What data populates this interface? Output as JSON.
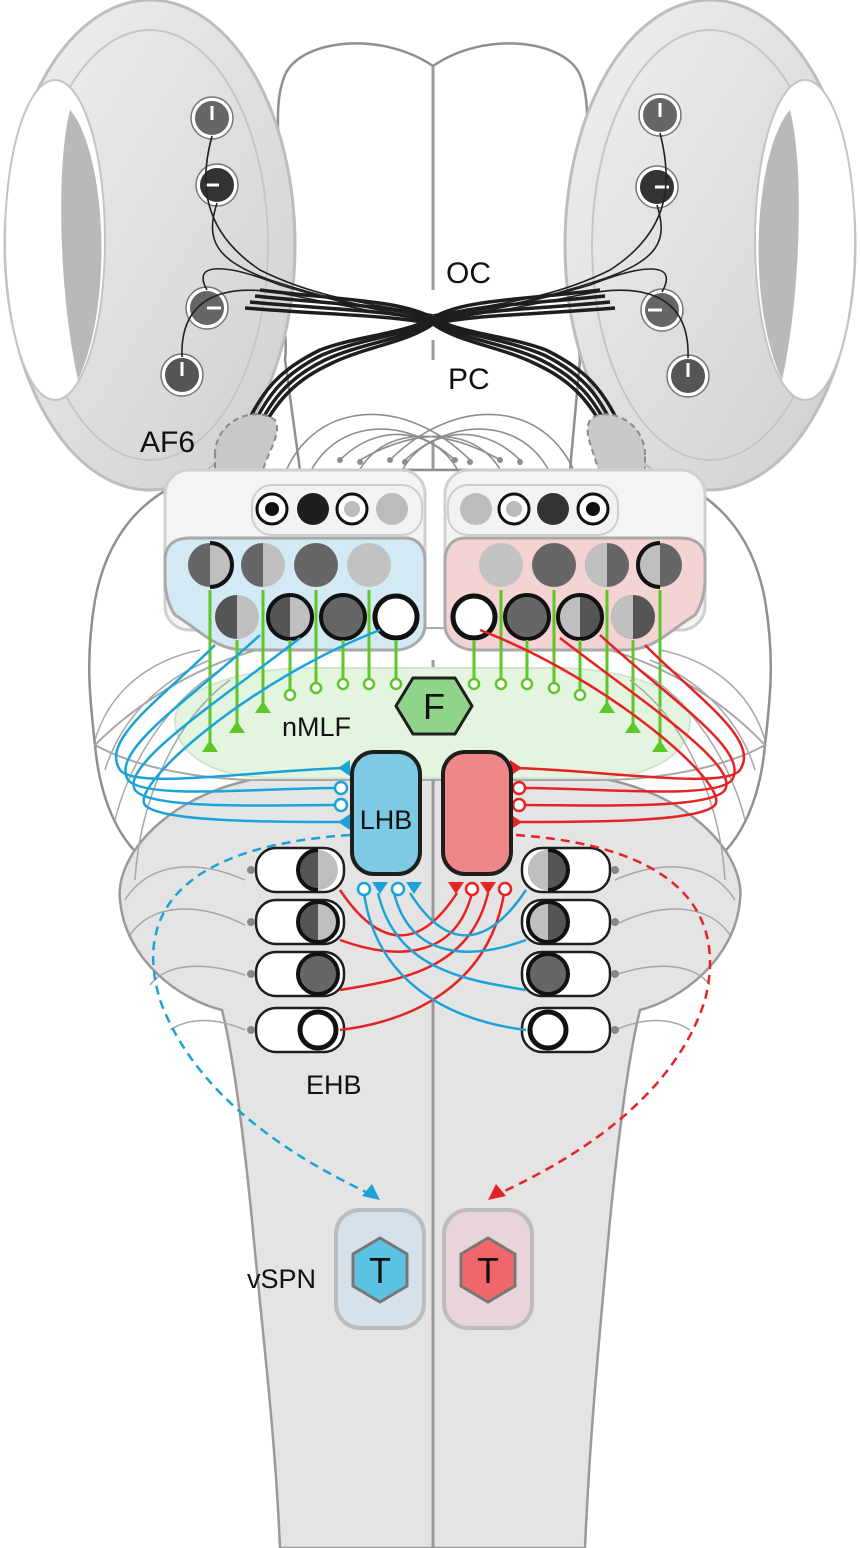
{
  "labels": {
    "oc": "OC",
    "pc": "PC",
    "af6": "AF6",
    "nmlf": "nMLF",
    "lhb": "LHB",
    "ehb": "EHB",
    "vspn": "vSPN",
    "f_hex": "F",
    "t_left": "T",
    "t_right": "T"
  },
  "colors": {
    "brain_outline": "#9a9a9a",
    "hindbrain_fill": "#e4e4e4",
    "eye_fill": "#dcdcdc",
    "left_hemisphere_blue": "#d3e9f4",
    "right_hemisphere_red": "#f4d3d4",
    "nmlf_green": "#e3f5df",
    "green_axon": "#5fc62a",
    "blue_axon": "#1ba3d9",
    "red_axon": "#e62222",
    "lhb_blue": "#7ec9e4",
    "lhb_red": "#ef8688",
    "f_hex_green": "#90d48b",
    "t_blue": "#5cc2e4",
    "t_red": "#f0666a"
  }
}
